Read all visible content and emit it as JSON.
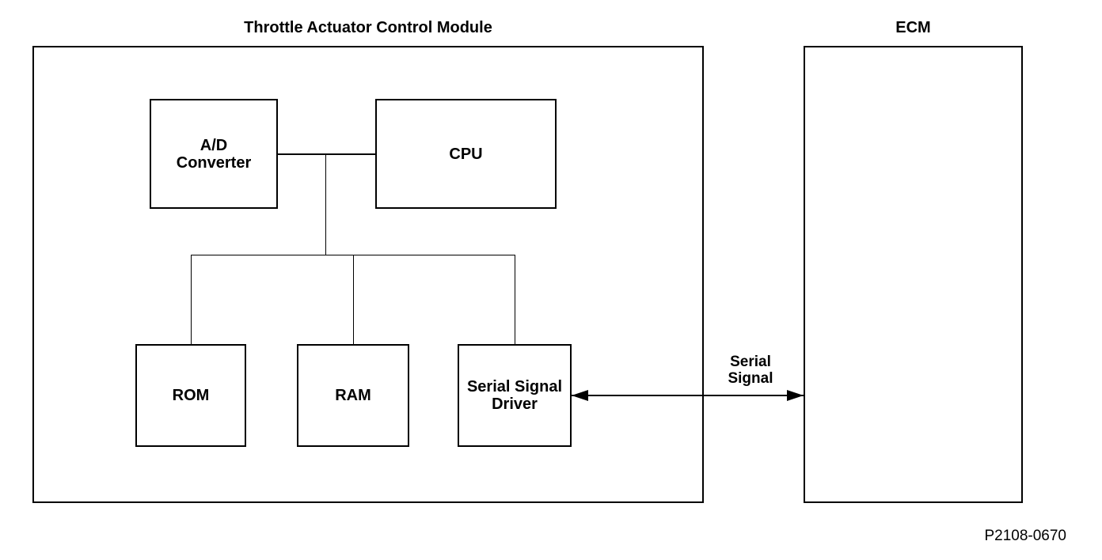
{
  "colors": {
    "ink": "#000000",
    "background": "#ffffff"
  },
  "titles": {
    "module": "Throttle Actuator Control Module",
    "ecm": "ECM"
  },
  "blocks": {
    "ad_converter": "A/D\nConverter",
    "cpu": "CPU",
    "rom": "ROM",
    "ram": "RAM",
    "serial_signal_driver": "Serial Signal\nDriver"
  },
  "arrow": {
    "label": "Serial\nSignal",
    "style": "double-headed"
  },
  "footer": {
    "figure_code": "P2108-0670"
  },
  "connections": [
    {
      "from": "A/D Converter",
      "to": "CPU",
      "style": "line"
    },
    {
      "from": "A/D Converter-CPU link",
      "to": "internal bus",
      "style": "line"
    },
    {
      "from": "internal bus",
      "to": "ROM",
      "style": "line"
    },
    {
      "from": "internal bus",
      "to": "RAM",
      "style": "line"
    },
    {
      "from": "internal bus",
      "to": "Serial Signal Driver",
      "style": "line"
    },
    {
      "from": "Serial Signal Driver",
      "to": "ECM",
      "style": "double-headed arrow",
      "label": "Serial Signal"
    }
  ]
}
